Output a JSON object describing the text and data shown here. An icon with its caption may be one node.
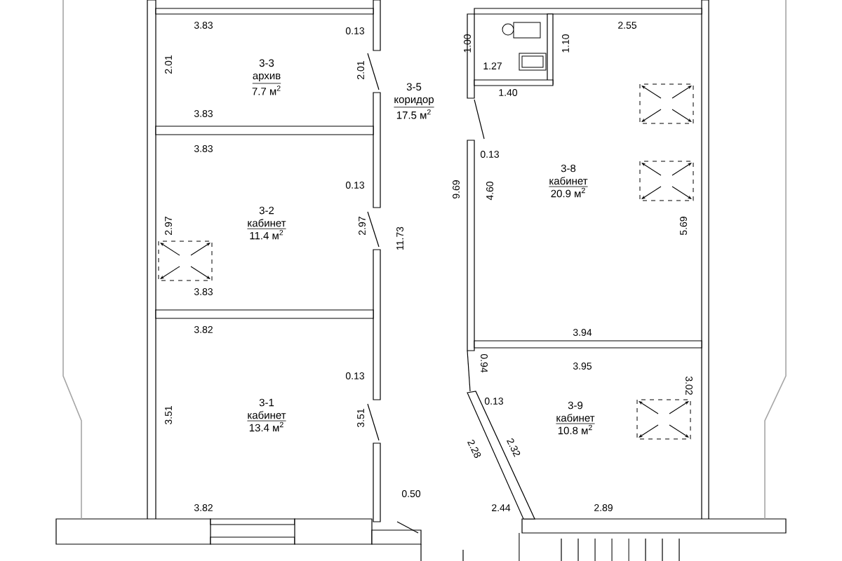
{
  "diagram": {
    "nodes": [
      {
        "text": [
          "3-3",
          "архив",
          "7.7 м$^{2}$"
        ]
      },
      {
        "text": [
          "3-5",
          "коридор",
          "17.5 м$^{2}$"
        ]
      },
      {
        "text": [
          "3-8",
          "кабинет",
          "20.9 м$^{2}$"
        ]
      },
      {
        "text": [
          "3-2",
          "кабинет",
          "11.4 м$^{2}$"
        ]
      },
      {
        "text": [
          "3-1",
          "кабинет",
          "13.4 м$^{2}$"
        ]
      },
      {
        "text": [
          "3-9",
          "кабинет",
          "10.8 м$^{2}$"
        ]
      }
    ],
    "labels": [
      "3.83",
      "2.55",
      "0.13",
      "1.00",
      "1.10",
      "2.01",
      "2.01",
      "1.27",
      "1.40",
      "3.83",
      "3.83",
      "0.13",
      "0.13",
      "9.69",
      "4.60",
      "2.97",
      "2.97",
      "5.69",
      "11.73",
      "3.83",
      "3.82",
      "3.94",
      "0.94",
      "3.95",
      "0.13",
      "0.13",
      "3.02",
      "3.51",
      "3.51",
      "2.28",
      "2.32",
      "0.50",
      "3.82",
      "2.44",
      "2.89"
    ]
  }
}
